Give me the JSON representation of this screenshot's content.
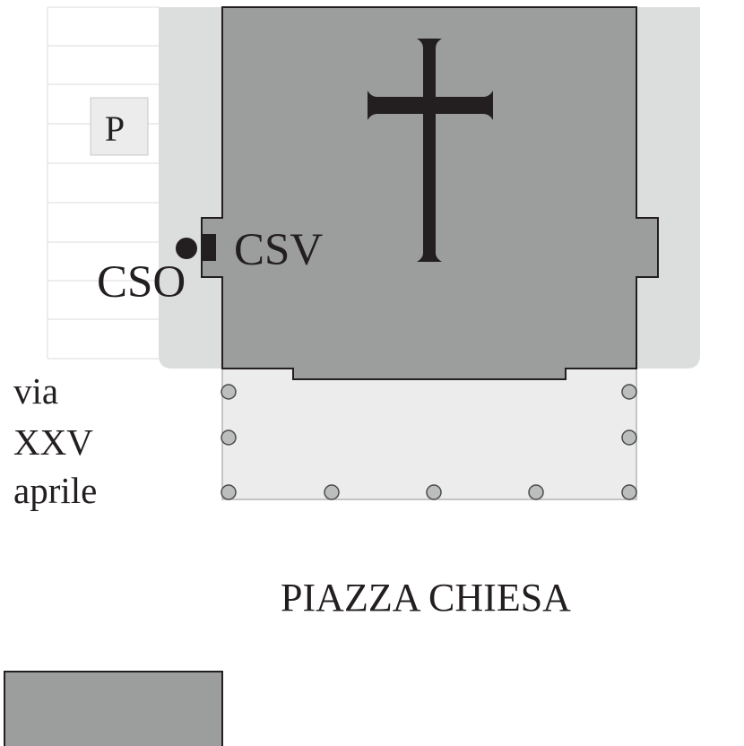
{
  "parking": {
    "label": "P"
  },
  "markers": {
    "csv_label": "CSV",
    "cso_label": "CSO"
  },
  "street": {
    "line1": "via",
    "line2": "XXV",
    "line3": "aprile"
  },
  "square": {
    "label": "PIAZZA CHIESA"
  },
  "colors": {
    "church_fill": "#9c9d9d",
    "precinct_fill": "#dcdddd",
    "forecourt_fill": "#ececec",
    "outline": "#231f20",
    "parking_lines": "#e6e7e8"
  }
}
